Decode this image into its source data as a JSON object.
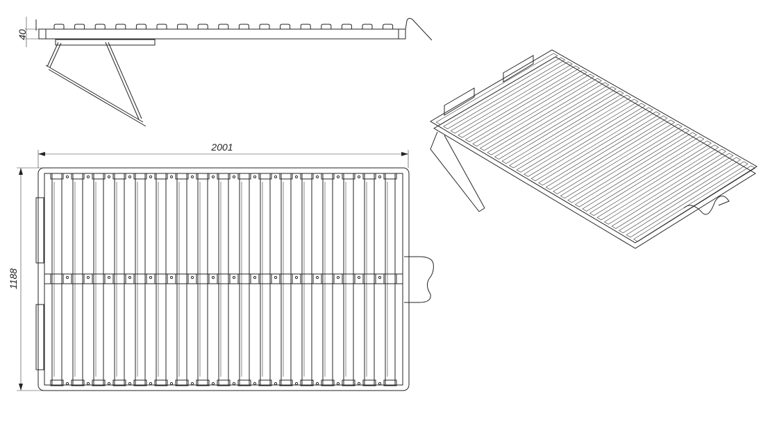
{
  "drawing": {
    "side_view": {
      "height_dimension": "40",
      "visible_slat_caps": 17
    },
    "top_view": {
      "length_dimension": "2001",
      "width_dimension": "1188",
      "slat_count": 17
    },
    "perspective_view": {
      "slat_count": 28
    }
  }
}
